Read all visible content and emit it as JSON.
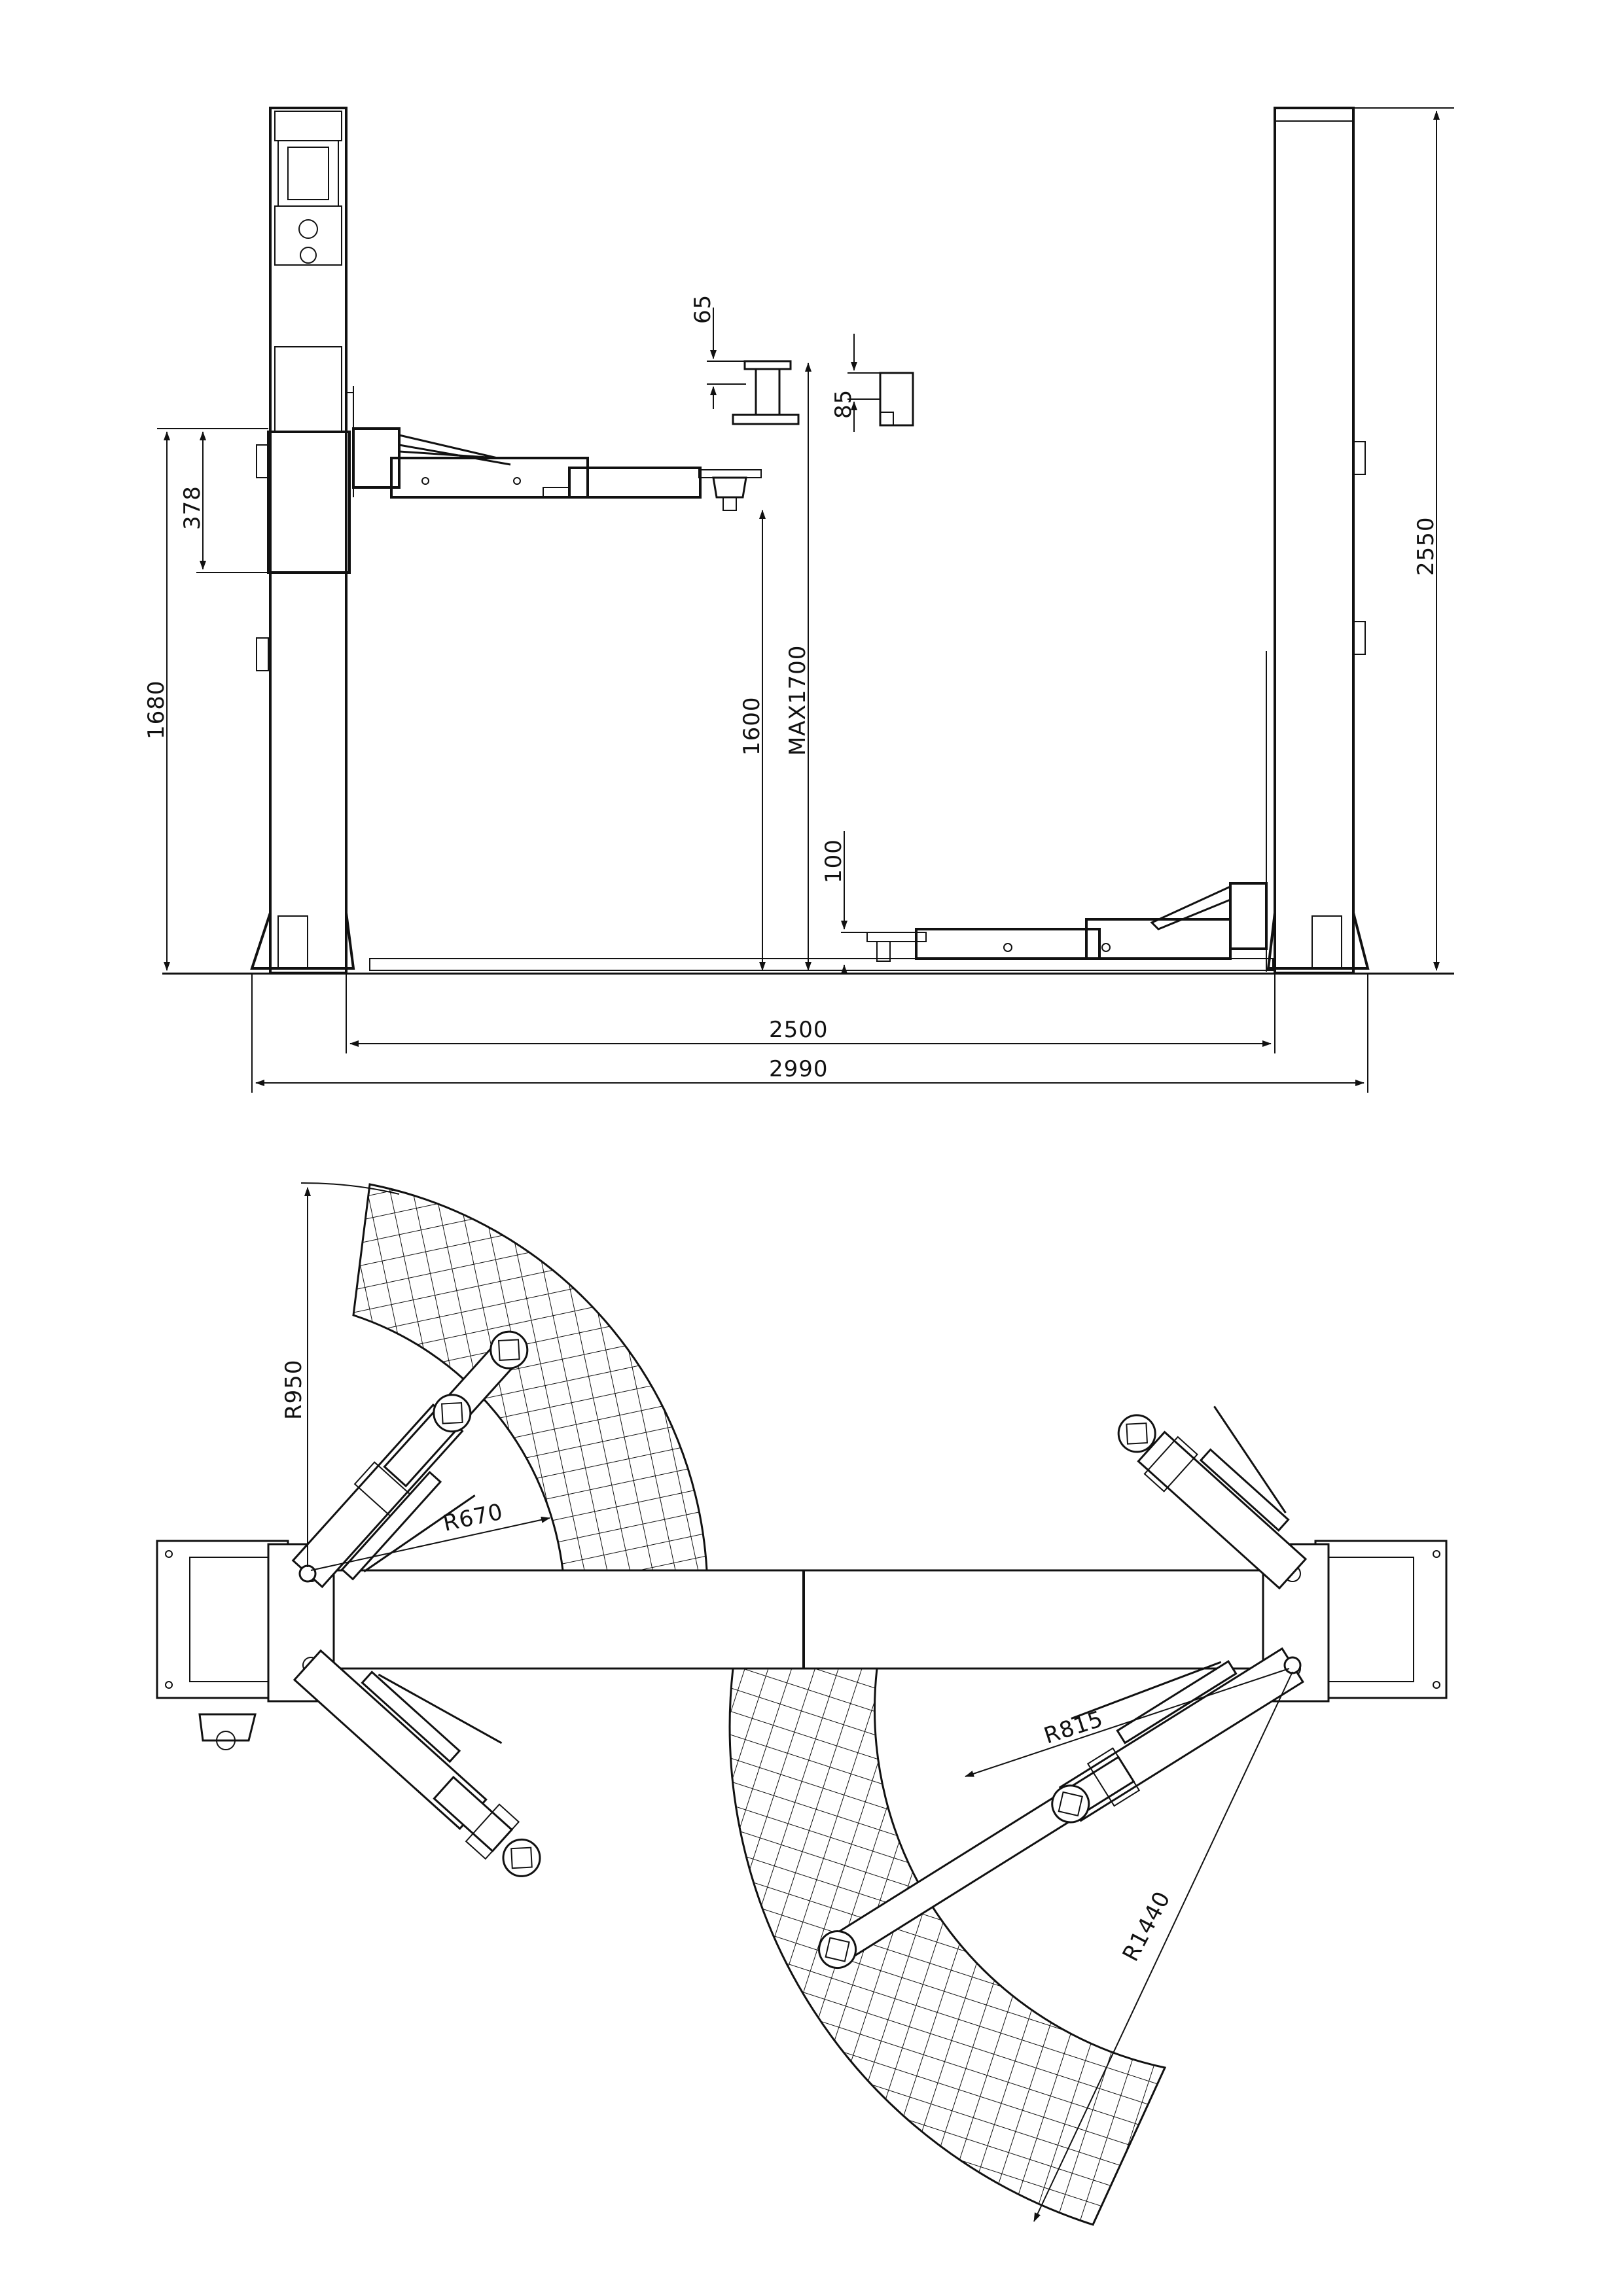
{
  "elevation_view": {
    "dimensions": {
      "column_height": "2550",
      "carriage_height": "378",
      "overall_height_to_carriage": "1680",
      "lift_height": "1600",
      "max_height": "MAX1700",
      "min_height": "100",
      "pad_height": "65",
      "adapter_height": "85",
      "inner_width": "2500",
      "overall_width": "2990"
    }
  },
  "plan_view": {
    "dimensions": {
      "radius_950": "R950",
      "radius_670": "R670",
      "radius_815": "R815",
      "radius_1440": "R1440"
    }
  }
}
